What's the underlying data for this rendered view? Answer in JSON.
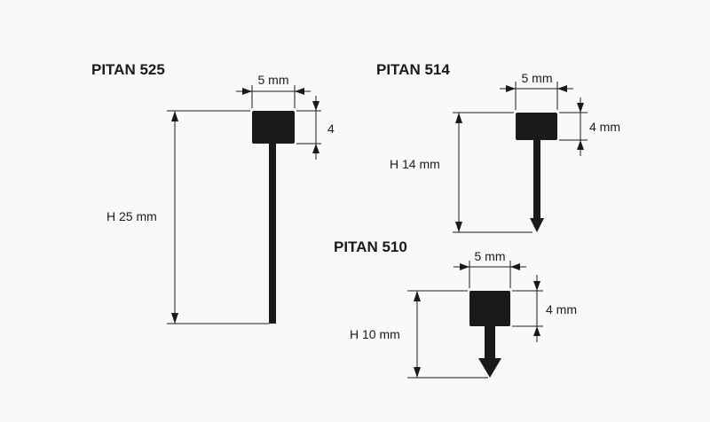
{
  "profiles": [
    {
      "title": "PITAN 525",
      "width_label": "5 mm",
      "head_label": "4",
      "height_label": "H 25 mm"
    },
    {
      "title": "PITAN 514",
      "width_label": "5 mm",
      "head_label": "4 mm",
      "height_label": "H 14 mm"
    },
    {
      "title": "PITAN 510",
      "width_label": "5 mm",
      "head_label": "4 mm",
      "height_label": "H 10 mm"
    }
  ],
  "colors": {
    "background": "#faf9f8",
    "ink": "#1a1a1a"
  }
}
